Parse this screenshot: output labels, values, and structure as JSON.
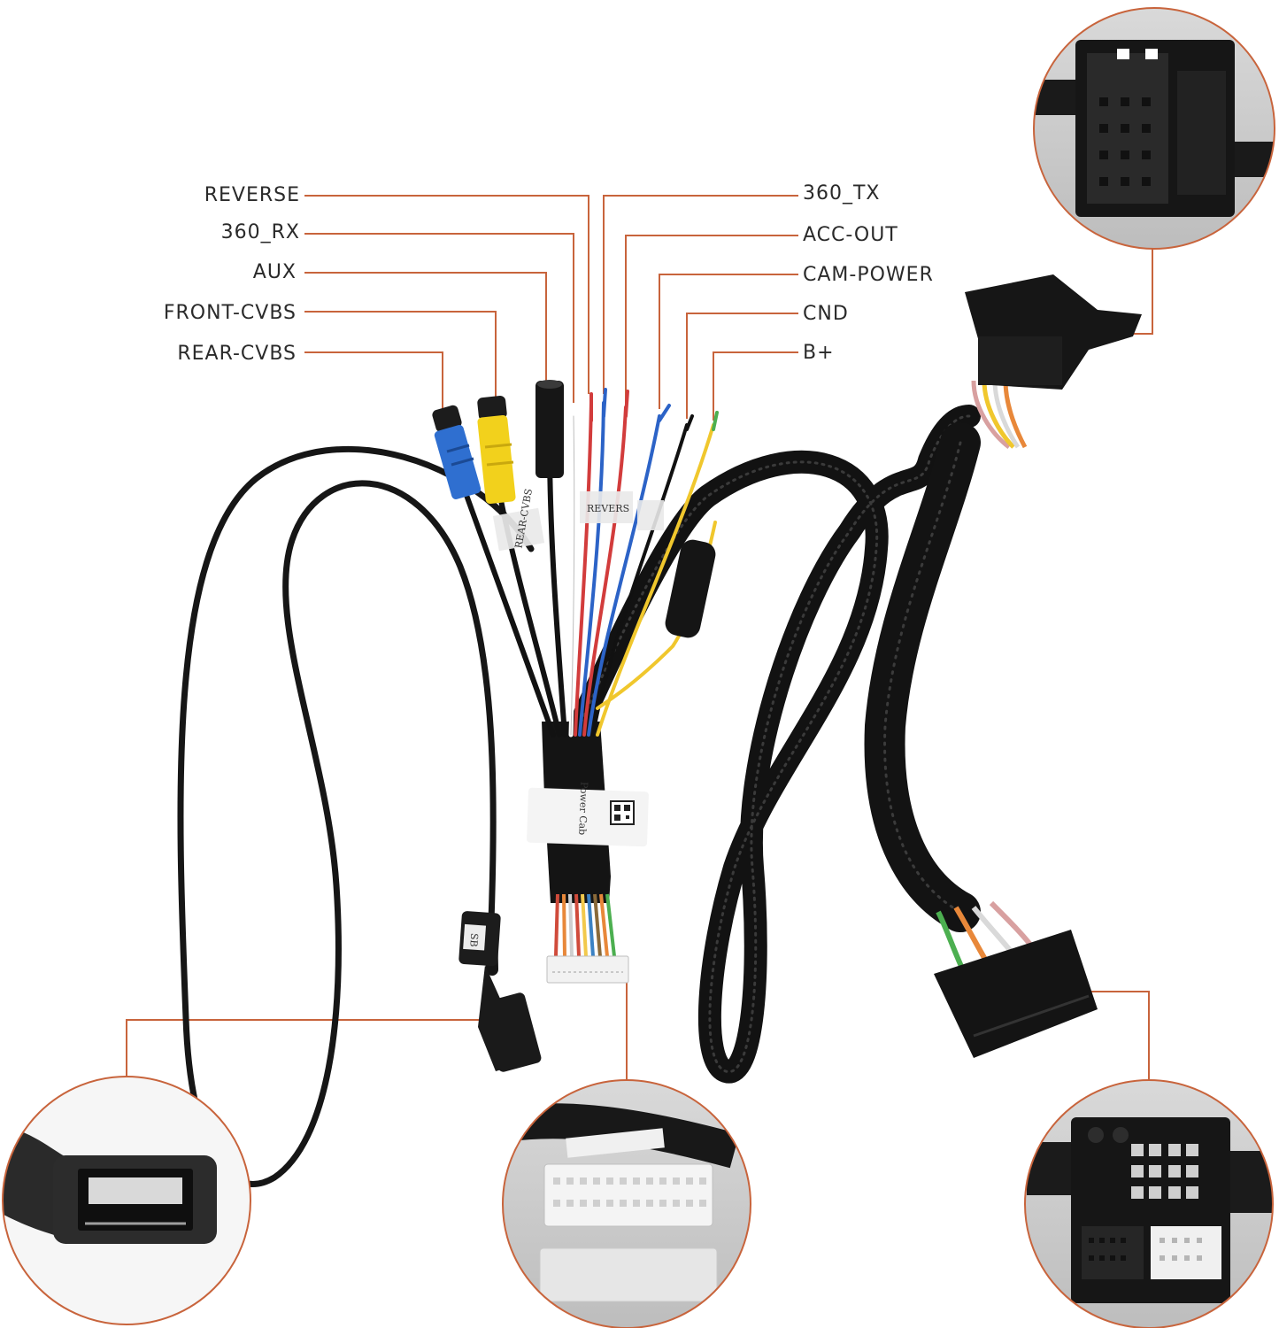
{
  "labels": {
    "left": [
      "REVERSE",
      "360_RX",
      "AUX",
      "FRONT-CVBS",
      "REAR-CVBS"
    ],
    "right": [
      "360_TX",
      "ACC-OUT",
      "CAM-POWER",
      "CND",
      "B+"
    ]
  },
  "tags": {
    "usb": "SB",
    "rear_cvbs": "REAR-CVBS",
    "reverse": "REVERS",
    "power_cable": "Power Cab"
  },
  "colors": {
    "leader": "#c8643c",
    "cable": "#141414",
    "background": "#ffffff"
  },
  "icons": [
    "usb-socket-icon",
    "white-pin-connector-icon",
    "quadlock-connector-icon",
    "black-plug-connector-icon",
    "qr-code-icon"
  ]
}
